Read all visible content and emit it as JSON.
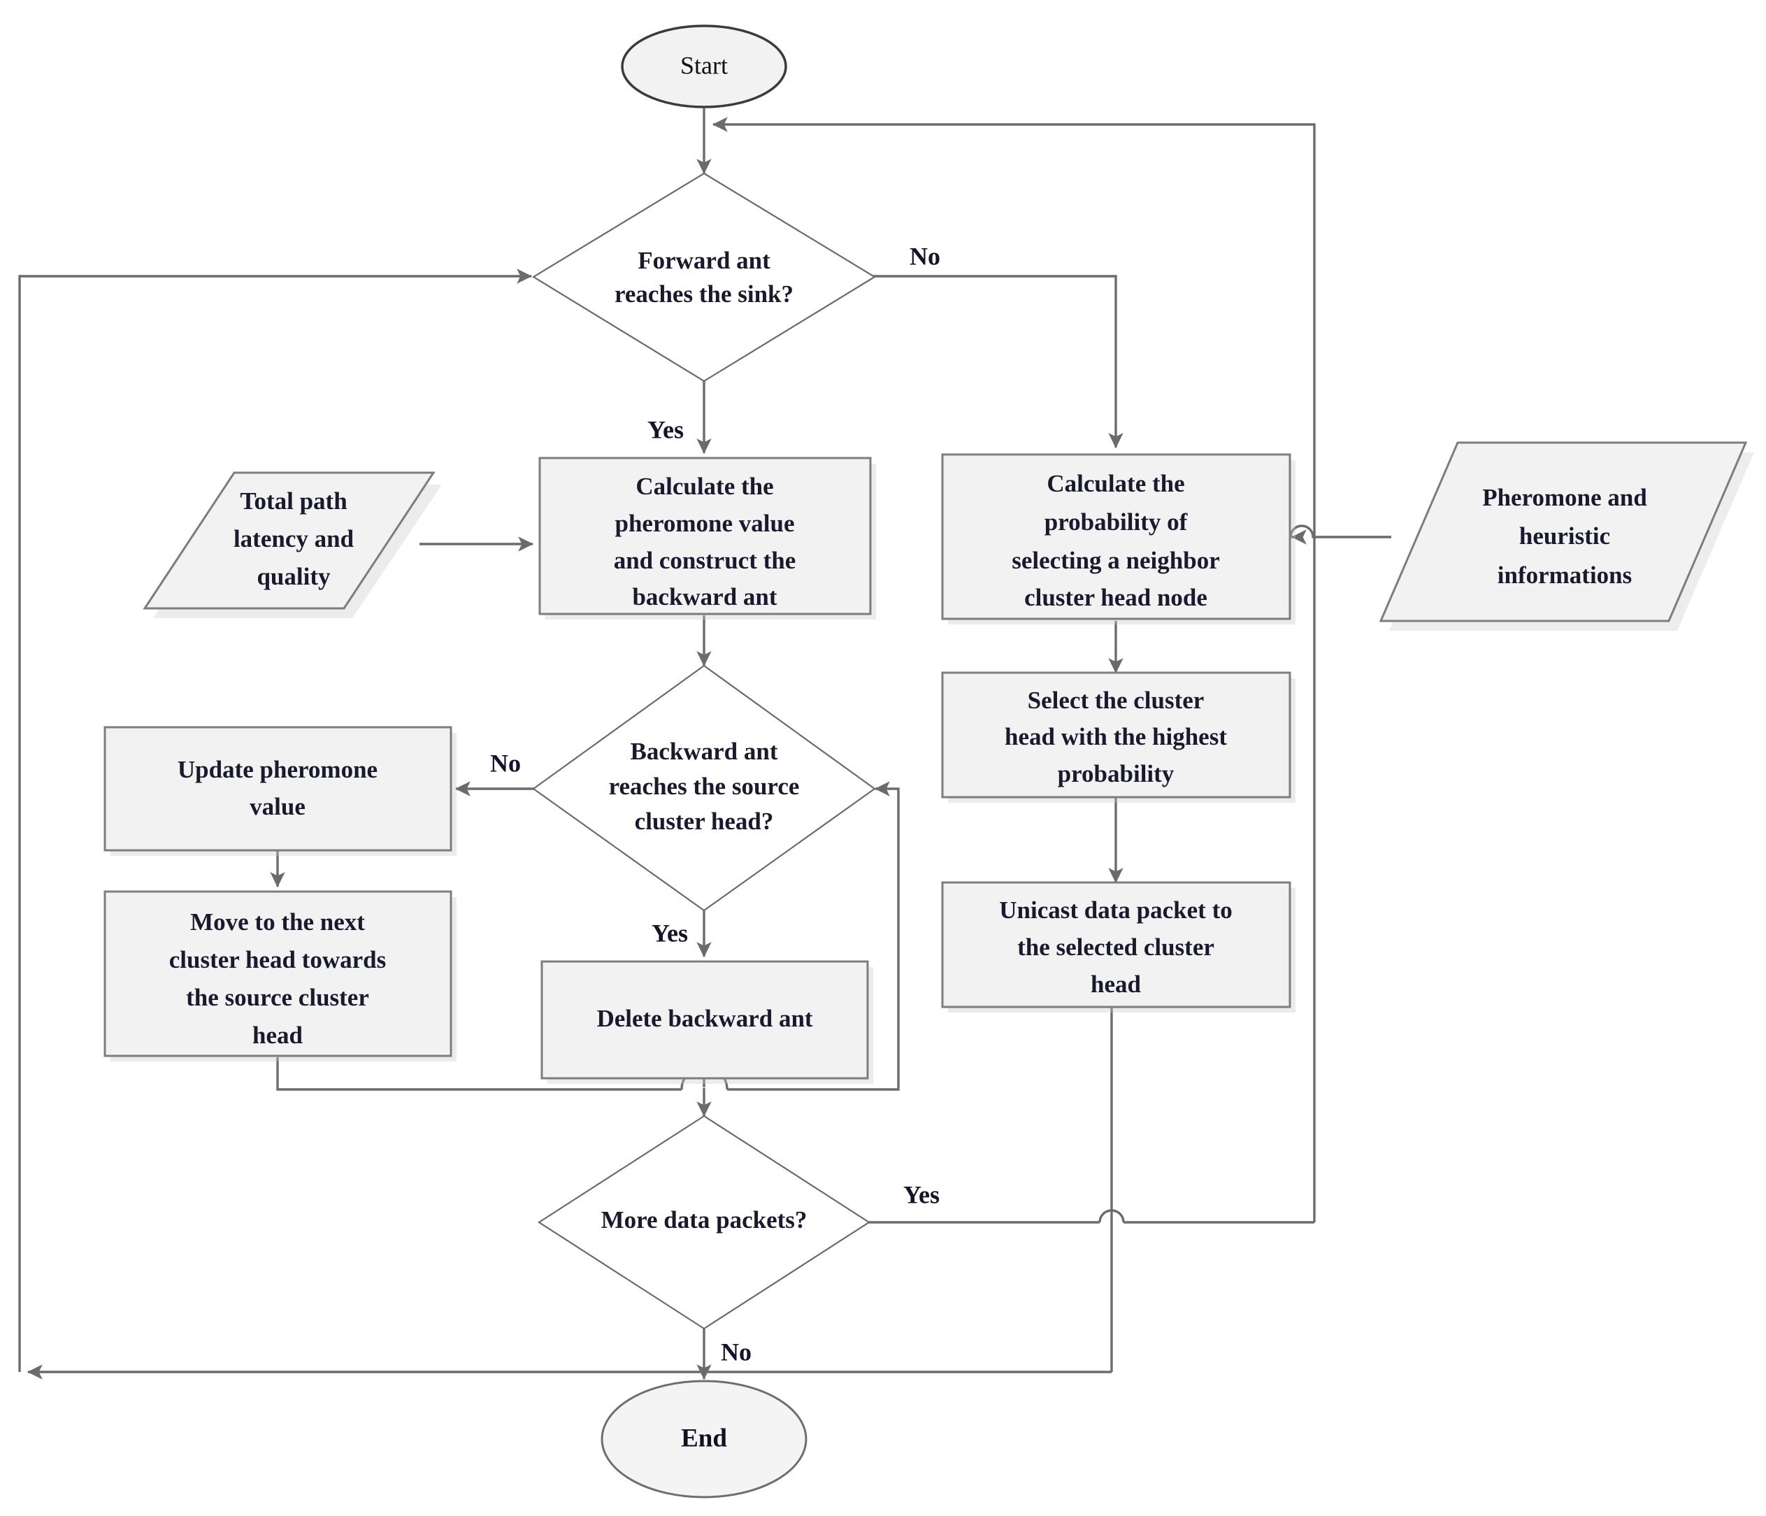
{
  "diagram": {
    "title": "Ant colony routing flowchart",
    "background_color": "#ffffff",
    "node_fill_color": "#f2f2f2",
    "node_stroke_color": "#7d7d7d",
    "connector_color": "#6b6b6b",
    "text_color": "#1a1a2e"
  },
  "nodes": {
    "start": {
      "label": "Start",
      "shape": "ellipse"
    },
    "forward_ant_decision": {
      "line1": "Forward ant",
      "line2": "reaches the sink?",
      "shape": "diamond"
    },
    "total_path_input": {
      "line1": "Total path",
      "line2": "latency and",
      "line3": "quality",
      "shape": "parallelogram"
    },
    "calc_pheromone": {
      "line1": "Calculate the",
      "line2": "pheromone value",
      "line3": "and construct the",
      "line4": "backward ant",
      "shape": "process"
    },
    "calc_probability": {
      "line1": "Calculate the",
      "line2": "probability of",
      "line3": "selecting a neighbor",
      "line4": "cluster head node",
      "shape": "process"
    },
    "pheromone_heuristic_input": {
      "line1": "Pheromone and",
      "line2": "heuristic",
      "line3": "informations",
      "shape": "parallelogram"
    },
    "backward_ant_decision": {
      "line1": "Backward ant",
      "line2": "reaches the source",
      "line3": "cluster head?",
      "shape": "diamond"
    },
    "update_pheromone": {
      "line1": "Update pheromone",
      "line2": "value",
      "shape": "process"
    },
    "select_cluster_head": {
      "line1": "Select the cluster",
      "line2": "head  with the highest",
      "line3": "probability",
      "shape": "process"
    },
    "move_next_cluster_head": {
      "line1": "Move to the next",
      "line2": "cluster head towards",
      "line3": "the source cluster",
      "line4": "head",
      "shape": "process"
    },
    "delete_backward_ant": {
      "line1": "Delete backward ant",
      "shape": "process"
    },
    "unicast_data_packet": {
      "line1": "Unicast data packet to",
      "line2": "the selected cluster",
      "line3": "head",
      "shape": "process"
    },
    "more_data_packets_decision": {
      "line1": "More data packets?",
      "shape": "diamond"
    },
    "end": {
      "label": "End",
      "shape": "ellipse"
    }
  },
  "edge_labels": {
    "forward_no": "No",
    "forward_yes": "Yes",
    "backward_no": "No",
    "backward_yes": "Yes",
    "more_yes": "Yes",
    "more_no": "No"
  }
}
